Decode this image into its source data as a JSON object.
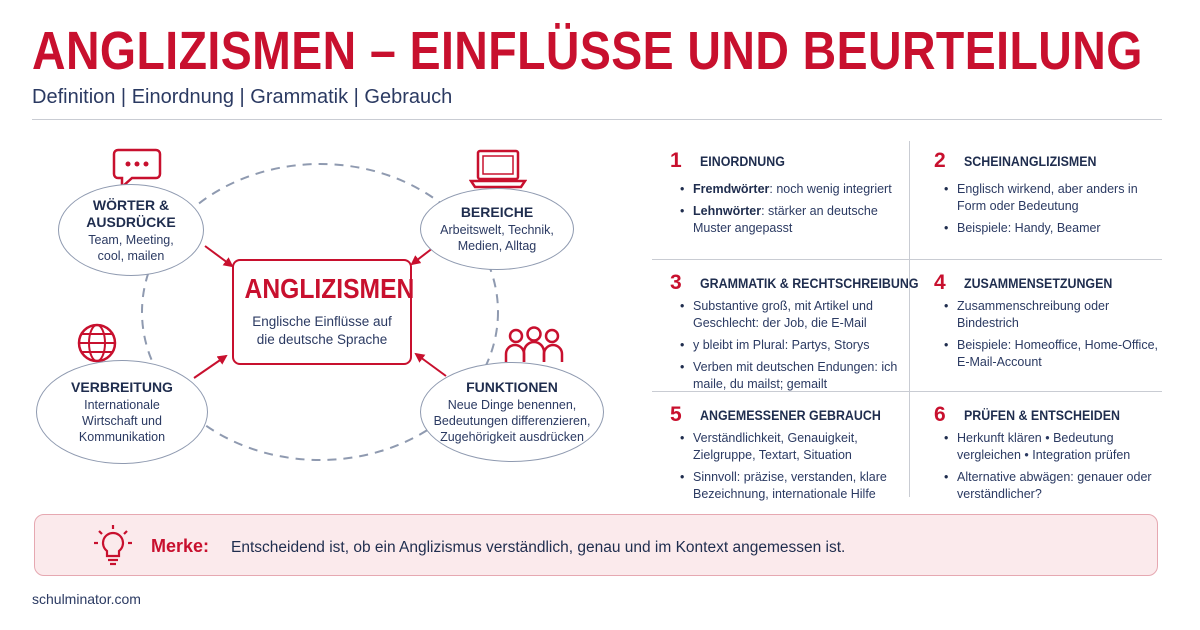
{
  "header": {
    "title": "ANGLIZISMEN – EINFLÜSSE UND BEURTEILUNG",
    "subtitle": "Definition | Einordnung | Grammatik | Gebrauch"
  },
  "diagram": {
    "center": {
      "title": "ANGLIZISMEN",
      "desc": "Englische Einflüsse auf die deutsche Sprache"
    },
    "bubbles": [
      {
        "title": "WÖRTER & AUSDRÜCKE",
        "desc": "Team, Meeting, cool, mailen",
        "icon": "speech-bubble-icon"
      },
      {
        "title": "BEREICHE",
        "desc": "Arbeitswelt, Technik, Medien, Alltag",
        "icon": "laptop-icon"
      },
      {
        "title": "VERBREITUNG",
        "desc": "Internationale Wirtschaft und Kommunikation",
        "icon": "globe-icon"
      },
      {
        "title": "FUNKTIONEN",
        "desc": "Neue Dinge benennen, Bedeutungen differenzieren, Zugehörigkeit ausdrücken",
        "icon": "group-icon"
      }
    ]
  },
  "cells": [
    {
      "num": "1",
      "title": "EINORDNUNG",
      "items": [
        {
          "bold": "Fremdwörter",
          "text": ": noch wenig integriert"
        },
        {
          "bold": "Lehnwörter",
          "text": ": stärker an deutsche Muster angepasst"
        }
      ]
    },
    {
      "num": "2",
      "title": "SCHEINANGLIZISMEN",
      "items": [
        {
          "bold": "",
          "text": "Englisch wirkend, aber anders in Form oder Bedeutung"
        },
        {
          "bold": "",
          "text": "Beispiele: Handy, Beamer"
        }
      ]
    },
    {
      "num": "3",
      "title": "GRAMMATIK & RECHTSCHREIBUNG",
      "items": [
        {
          "bold": "",
          "text": "Substantive groß, mit Artikel und Geschlecht: der Job, die E-Mail"
        },
        {
          "bold": "",
          "text": "y bleibt im Plural: Partys, Storys"
        },
        {
          "bold": "",
          "text": "Verben mit deutschen Endungen: ich maile, du mailst; gemailt"
        }
      ]
    },
    {
      "num": "4",
      "title": "ZUSAMMENSETZUNGEN",
      "items": [
        {
          "bold": "",
          "text": "Zusammenschreibung oder Bindestrich"
        },
        {
          "bold": "",
          "text": "Beispiele: Homeoffice, Home-Office, E-Mail-Account"
        }
      ]
    },
    {
      "num": "5",
      "title": "ANGEMESSENER GEBRAUCH",
      "items": [
        {
          "bold": "",
          "text": "Verständlichkeit, Genauigkeit, Zielgruppe, Textart, Situation"
        },
        {
          "bold": "",
          "text": "Sinnvoll: präzise, verstanden, klare Bezeichnung, internationale Hilfe"
        }
      ]
    },
    {
      "num": "6",
      "title": "PRÜFEN & ENTSCHEIDEN",
      "items": [
        {
          "bold": "",
          "text": "Herkunft klären • Bedeutung vergleichen • Integration prüfen"
        },
        {
          "bold": "",
          "text": "Alternative abwägen: genauer oder verständlicher?"
        }
      ]
    }
  ],
  "merke": {
    "label": "Merke:",
    "text": "Entscheidend ist, ob ein Anglizismus verständlich, genau und im Kontext angemessen ist.",
    "icon": "lightbulb-icon"
  },
  "footer": {
    "source": "schulminator.com"
  },
  "colors": {
    "accent": "#c8102e",
    "text": "#1f2d4e",
    "border": "#8f9ab0",
    "merke_bg": "#fbeaec"
  }
}
